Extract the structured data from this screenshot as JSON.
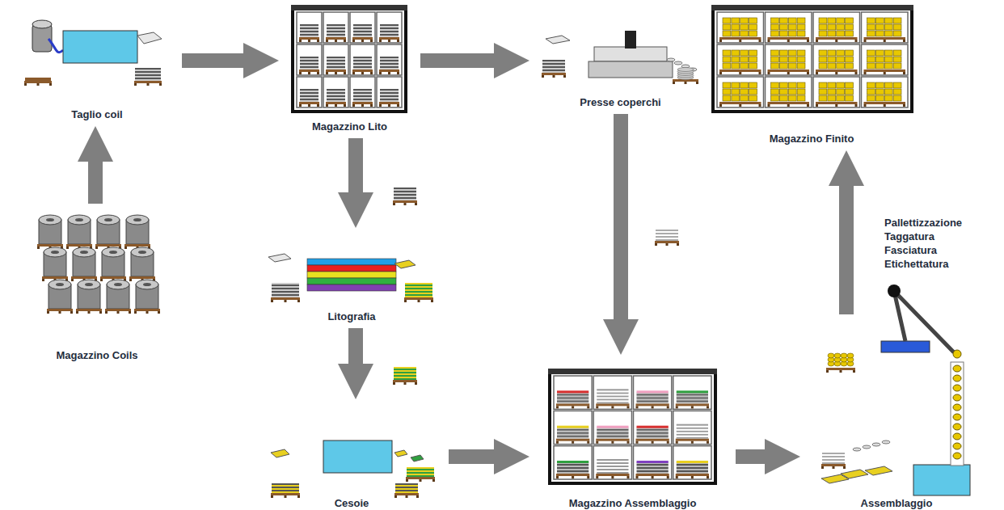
{
  "diagram": {
    "nodes": [
      {
        "text": [
          "Taglio coil"
        ]
      },
      {
        "text": [
          "Magazzino Lito"
        ]
      },
      {
        "text": [
          "Presse coperchi"
        ]
      },
      {
        "text": [
          "Magazzino Finito"
        ]
      },
      {
        "text": [
          "Magazzino Coils"
        ]
      },
      {
        "text": [
          "Litografia"
        ]
      },
      {
        "text": [
          "Cesoie"
        ]
      },
      {
        "text": [
          "Magazzino Assemblaggio"
        ]
      },
      {
        "text": [
          "Assemblaggio"
        ]
      }
    ],
    "edges": [
      {
        "from": 4,
        "to": 0,
        "arrow": "to"
      },
      {
        "from": 0,
        "to": 1,
        "arrow": "to"
      },
      {
        "from": 1,
        "to": 2,
        "arrow": "to"
      },
      {
        "from": 1,
        "to": 5,
        "arrow": "to"
      },
      {
        "from": 2,
        "to": 7,
        "arrow": "to"
      },
      {
        "from": 5,
        "to": 6,
        "arrow": "to"
      },
      {
        "from": 6,
        "to": 7,
        "arrow": "to"
      },
      {
        "from": 7,
        "to": 8,
        "arrow": "to"
      },
      {
        "from": 8,
        "to": 3,
        "arrow": "to"
      }
    ],
    "labels": [
      "Pallettizzazione Taggatura Fasciatura Etichettatura"
    ]
  }
}
